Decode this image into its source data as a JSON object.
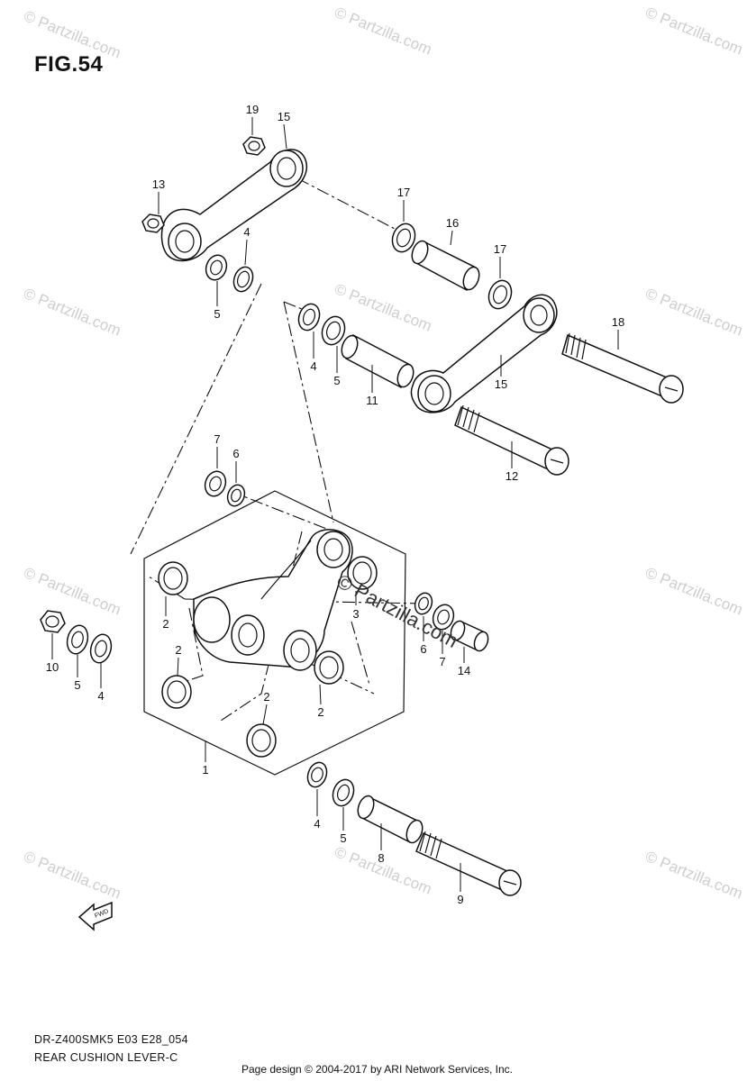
{
  "figure": {
    "title": "FIG.54"
  },
  "callouts": {
    "c19": "19",
    "c15a": "15",
    "c13": "13",
    "c4a": "4",
    "c5a": "5",
    "c17a": "17",
    "c16": "16",
    "c17b": "17",
    "c18": "18",
    "c4b": "4",
    "c5b": "5",
    "c11": "11",
    "c15b": "15",
    "c12": "12",
    "c7a": "7",
    "c6a": "6",
    "c2a": "2",
    "c2b": "2",
    "c2c": "2",
    "c2d": "2",
    "c3": "3",
    "c10": "10",
    "c5c": "5",
    "c4c": "4",
    "c6b": "6",
    "c7b": "7",
    "c14": "14",
    "c1": "1",
    "c4d": "4",
    "c5d": "5",
    "c8": "8",
    "c9": "9"
  },
  "watermark": {
    "text": "© Partzilla.com"
  },
  "direction_arrow": {
    "label": "FWD"
  },
  "footer": {
    "model_code": "DR-Z400SMK5 E03 E28_054",
    "section_name": "REAR CUSHION LEVER-C",
    "credit": "Page design © 2004-2017 by ARI Network Services, Inc."
  }
}
